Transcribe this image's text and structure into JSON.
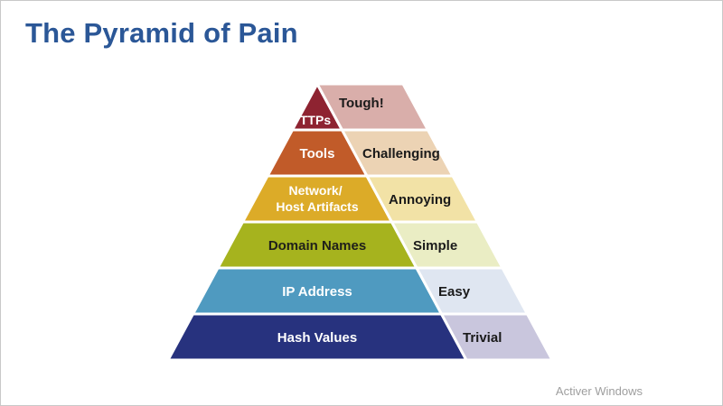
{
  "slide": {
    "title": "The Pyramid of Pain",
    "watermark": "Activer Windows"
  },
  "colors": {
    "title": "#2b5797",
    "watermark": "#9e9e9e",
    "background": "#ffffff"
  },
  "pyramid": {
    "levels": [
      {
        "label": "TTPs",
        "pain": "Tough!",
        "color": "#8e2331",
        "pain_color": "#d9aeaa",
        "label_color": "#ffffff",
        "pain_label_color": "#1a1a1a"
      },
      {
        "label": "Tools",
        "pain": "Challenging",
        "color": "#c15b29",
        "pain_color": "#ecd3b4",
        "label_color": "#ffffff",
        "pain_label_color": "#1a1a1a"
      },
      {
        "label": "Network/ Host Artifacts",
        "label_lines": [
          "Network/",
          "Host Artifacts"
        ],
        "pain": "Annoying",
        "color": "#dcab28",
        "pain_color": "#f2e2a6",
        "label_color": "#ffffff",
        "pain_label_color": "#1a1a1a"
      },
      {
        "label": "Domain Names",
        "pain": "Simple",
        "color": "#a6b31e",
        "pain_color": "#eaedc4",
        "label_color": "#20201a",
        "pain_label_color": "#1a1a1a"
      },
      {
        "label": "IP Address",
        "pain": "Easy",
        "color": "#4f9ac0",
        "pain_color": "#dfe6f1",
        "label_color": "#ffffff",
        "pain_label_color": "#1a1a1a"
      },
      {
        "label": "Hash Values",
        "pain": "Trivial",
        "color": "#27327e",
        "pain_color": "#c9c6dd",
        "label_color": "#ffffff",
        "pain_label_color": "#1a1a1a"
      }
    ]
  }
}
